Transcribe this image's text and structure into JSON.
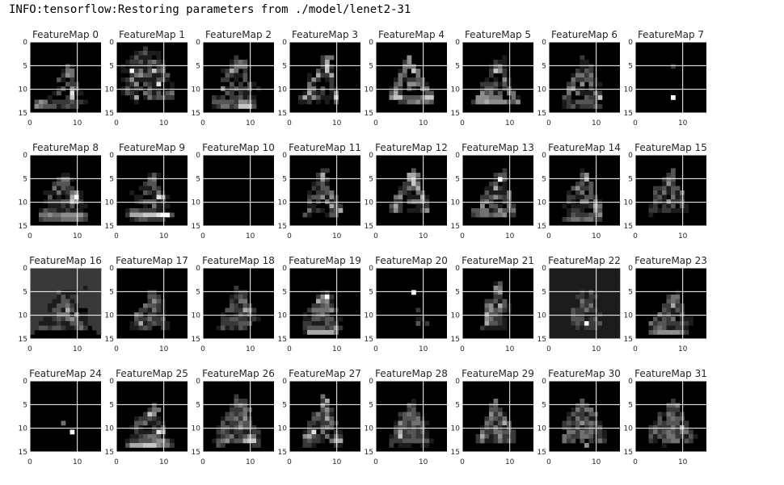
{
  "output": {
    "log_line": "INFO:tensorflow:Restoring parameters from ./model/lenet2-31"
  },
  "chart_data": {
    "type": "heatmap",
    "colormap": "gray",
    "grid": true,
    "grid_color": "#ffffff",
    "layout": {
      "rows": 4,
      "cols": 8
    },
    "xlim": [
      0,
      15
    ],
    "ylim": [
      15,
      0
    ],
    "x_ticks": [
      "0",
      "10"
    ],
    "y_ticks": [
      "0",
      "5",
      "10",
      "15"
    ],
    "titles": [
      "FeatureMap 0",
      "FeatureMap 1",
      "FeatureMap 2",
      "FeatureMap 3",
      "FeatureMap 4",
      "FeatureMap 5",
      "FeatureMap 6",
      "FeatureMap 7",
      "FeatureMap 8",
      "FeatureMap 9",
      "FeatureMap 10",
      "FeatureMap 11",
      "FeatureMap 12",
      "FeatureMap 13",
      "FeatureMap 14",
      "FeatureMap 15",
      "FeatureMap 16",
      "FeatureMap 17",
      "FeatureMap 18",
      "FeatureMap 19",
      "FeatureMap 20",
      "FeatureMap 21",
      "FeatureMap 22",
      "FeatureMap 23",
      "FeatureMap 24",
      "FeatureMap 25",
      "FeatureMap 26",
      "FeatureMap 27",
      "FeatureMap 28",
      "FeatureMap 29",
      "FeatureMap 30",
      "FeatureMap 31"
    ],
    "maps": [
      [
        "0000000000000000",
        "0000000000000000",
        "0000000000000000",
        "0000000000000000",
        "0000000000000000",
        "0000000031000000",
        "0000000144000000",
        "0000000254000000",
        "0000003102000000",
        "0000000032200000",
        "0000001305300000",
        "0000013008110000",
        "0000100027000000",
        "0354122223221000",
        "0543331232200000",
        "0000000000000000"
      ],
      [
        "0000000000000000",
        "0000002000000000",
        "0000123111000000",
        "0001311101000000",
        "0012231342100000",
        "0101111202300000",
        "0119241373400000",
        "0002453311230000",
        "0125111113310000",
        "0012503218001000",
        "0131220311001000",
        "0132104313134000",
        "0001601423322000",
        "0000100000000000",
        "0000000000000000",
        "0000000000000000"
      ],
      [
        "0000000000000000",
        "0000000000000000",
        "0000000000000000",
        "0000000200000000",
        "0000001343000000",
        "0000002444000000",
        "0000126402000000",
        "0000032113000000",
        "0000220103000000",
        "0000003020310000",
        "0000512322301000",
        "0000032021100000",
        "0021202231210000",
        "0033333255420000",
        "0012442377730000",
        "0000000000000000"
      ],
      [
        "0000000000000000",
        "0000000000000000",
        "0000000000000000",
        "0000000244000000",
        "0000000260000000",
        "0000000272000000",
        "0000003171000000",
        "0000106226000000",
        "0000152012000000",
        "0000410002000000",
        "0000440302100000",
        "0001621201500000",
        "0026253111700000",
        "0011201010300000",
        "0000000000000000",
        "0000000000000000"
      ],
      [
        "0000000000000000",
        "0000000000000000",
        "0000000000000000",
        "0000000500000000",
        "0000002500000000",
        "0000004440000000",
        "0000014074000000",
        "0000043004000000",
        "0000141223300000",
        "0000340554310000",
        "0001420310440000",
        "0003620000033000",
        "0005773333477000",
        "0000022445343000",
        "0000000000000000",
        "0000000000000000"
      ],
      [
        "0000000000000000",
        "0000000000000000",
        "0000000000000000",
        "0000000001000000",
        "0000000211000000",
        "0000001341000000",
        "0000002752000000",
        "0000002002000000",
        "0000010105100000",
        "0000222313100000",
        "0000133202300000",
        "0000534130440000",
        "0005554440041000",
        "0025565555335000",
        "0000000000000000",
        "0000000000000000"
      ],
      [
        "0000000000000000",
        "0000000000000000",
        "0000000000000000",
        "0000000200000000",
        "0000000110000000",
        "0000000112000000",
        "0000002132000000",
        "0000014424000000",
        "0000042233100000",
        "0000230504110000",
        "0000451102000000",
        "0000404111420000",
        "0003200032270000",
        "0001213333200000",
        "0001231222320000",
        "0000000000000000"
      ],
      [
        "0000000000000000",
        "0000000000000000",
        "0000000000000000",
        "0000000000000000",
        "0000000000000000",
        "0000000020000000",
        "0000000000000000",
        "0000000000000000",
        "0000000000000000",
        "0000000000000000",
        "0000000000000000",
        "0000000000000000",
        "0000000090000000",
        "0000000000000000",
        "0000000000000000",
        "0000000000000000"
      ],
      [
        "0000000000000000",
        "0000000000000000",
        "0000000000000000",
        "0000000000000000",
        "0000000110000000",
        "0000002441000000",
        "0000023330000000",
        "0000041322000000",
        "0001114124510000",
        "0000301016910000",
        "0001222337520000",
        "0000111213011000",
        "0013221121110000",
        "0044544555553000",
        "0023333444432000",
        "0000000000000000"
      ],
      [
        "0000000000000000",
        "0000000000000000",
        "0000000000000000",
        "0000000000000000",
        "0000000131000000",
        "0000000340000000",
        "0000002330000000",
        "0000011132000000",
        "0001003214100000",
        "0000110018610000",
        "0000123331200000",
        "0000001041110000",
        "0013322221100000",
        "0026667778993000",
        "0001233222200000",
        "0000000000000000"
      ],
      [
        "0000000000000000",
        "0000000000000000",
        "0000000000000000",
        "0000000000000000",
        "0000000000000000",
        "0000000000000000",
        "0000000000000000",
        "0000000000000000",
        "0000000000000000",
        "0000000000000000",
        "0000000000000000",
        "0000000000000000",
        "0000000000000000",
        "0000000000000000",
        "0000000000000000",
        "0000000000000000"
      ],
      [
        "0000000000000000",
        "0000000000000000",
        "0000000000000000",
        "0000000220000000",
        "0000002600000000",
        "0000001520000000",
        "0000012310000000",
        "0000021330000000",
        "0000102234000000",
        "0000233515200000",
        "0000302041200000",
        "0000110006320000",
        "0000412102360000",
        "0003100013300000",
        "0000000000000000",
        "0000000000000000"
      ],
      [
        "0000000000000000",
        "0000000000000000",
        "0000000000000000",
        "0000000030000000",
        "0000000664000000",
        "0000000572000000",
        "0000002274000000",
        "0000012436000000",
        "0000032104300000",
        "0000450111610000",
        "0000220344520000",
        "0003620001120000",
        "0002520111250000",
        "0000000000000000",
        "0000000000000000",
        "0000000000000000"
      ],
      [
        "0000000000000000",
        "0000000000000000",
        "0000000000000000",
        "0000000002000000",
        "0000000233000000",
        "0000000193000000",
        "0000002301000000",
        "0000011621000000",
        "0000031111400000",
        "0000223532400000",
        "0000342002300000",
        "0000503310420000",
        "0033441253340000",
        "0023443445120000",
        "0000000000000000",
        "0000000000000000"
      ],
      [
        "0000000000000000",
        "0000000000000000",
        "0000000000000000",
        "0000000100000000",
        "0000000350000000",
        "0000000260000000",
        "0000002313000000",
        "0000035223000000",
        "0000102403000000",
        "0000221133200000",
        "0000210441410000",
        "0001011112640000",
        "0000122100530000",
        "0000132223350000",
        "0002344344220000",
        "0000000000000000"
      ],
      [
        "0000000000000000",
        "0000000000000000",
        "0000000000000000",
        "0000000030000000",
        "0000000230000000",
        "0000002430000000",
        "0000001520000000",
        "0000223133000000",
        "0000314131400000",
        "0000231041200000",
        "0000321522300000",
        "0001202130310000",
        "0002212211110000",
        "0001000000000000",
        "0000000000000000",
        "0000000000000000"
      ],
      [
        "2222222222222222",
        "2222222222222222",
        "2222222222222222",
        "2222222222222222",
        "2222222222221222",
        "2222223111122222",
        "2222221312222222",
        "2222211331222222",
        "2222113342122222",
        "2222133163100222",
        "2222224441511222",
        "2221123245311222",
        "2211112113331222",
        "2233233211242022",
        "2000000000000002",
        "0000000000000000"
      ],
      [
        "0000000000000000",
        "0000000000000000",
        "0000000000000000",
        "0000000000000000",
        "0000000000000000",
        "0000000220000000",
        "0000000332000000",
        "0000000253100000",
        "0000004332100000",
        "0000022142100000",
        "0000430221100000",
        "0000322422300000",
        "0001261232210000",
        "0001123200210000",
        "0000000000000000",
        "0000000000000000"
      ],
      [
        "0000000000000000",
        "0000000000000000",
        "0000000000000000",
        "0000000000000000",
        "0000000200000000",
        "0000000122000000",
        "0000001232000000",
        "0000002144000000",
        "0000003213200000",
        "0000033226520000",
        "0000100132310000",
        "0000223322121000",
        "0000222233300000",
        "0001312132000000",
        "0000000000000000",
        "0000000000000000"
      ],
      [
        "0000000000000000",
        "0000000000000000",
        "0000000000000000",
        "0000000000000000",
        "0000000000000000",
        "0000000120000000",
        "0000002592000000",
        "0000006451000000",
        "0000022342000000",
        "0000244445200000",
        "0001023420000000",
        "0001133233110000",
        "0002211132200000",
        "0002333323520000",
        "0001666666400000",
        "0000000000000000"
      ],
      [
        "0000000000000000",
        "0000000000000000",
        "0000000000000000",
        "0000000000000000",
        "0000000000000000",
        "0000000090000000",
        "0000000000000000",
        "0000000000000000",
        "0000000000000000",
        "0000000002000000",
        "0000000000000000",
        "0000000001100000",
        "0000000003020000",
        "0000000000000000",
        "0000000000000000",
        "0000000000000000"
      ],
      [
        "0000000000000000",
        "0000000000000000",
        "0000000000000000",
        "0000000130000000",
        "0000000540000000",
        "0000000350000000",
        "0000000220000000",
        "0000022313000000",
        "0000045163100000",
        "0000035342100000",
        "0000063320000000",
        "0000054221000000",
        "0000063321000000",
        "0000211111000000",
        "0000000000000000",
        "0000000000000000"
      ],
      [
        "1111111111111111",
        "1111111111111111",
        "1111111111111111",
        "1111111111111111",
        "1111111111111111",
        "1111111213111111",
        "1111112212211111",
        "1111111422111111",
        "1111111324111111",
        "1111132242211111",
        "1111132211121111",
        "1111133312311111",
        "1111123292231111",
        "1111112122211111",
        "1111111111111111",
        "1111111111111111"
      ],
      [
        "0000000000000000",
        "0000000000000000",
        "0000000000000000",
        "0000000000000000",
        "0000000000000000",
        "0000000001000000",
        "0000000244000000",
        "0000000343000000",
        "0000002262200000",
        "0000003213200000",
        "0000042311300000",
        "0000313240211000",
        "0004233222321000",
        "0001343112210000",
        "0003455555420000",
        "0000000000000000"
      ],
      [
        "0000000000000000",
        "0000000000000000",
        "0000000000000000",
        "0000000000000000",
        "0000000000000000",
        "0000000000000000",
        "0000000000000000",
        "0000000000000000",
        "0000000000000000",
        "0000000400000000",
        "0000000000000000",
        "0000000009000000",
        "0000000000000000",
        "0000000000000000",
        "0000000000000000",
        "0000000000000000"
      ],
      [
        "0000000000000000",
        "0000000000000000",
        "0000000000000000",
        "0000000000000000",
        "0000000000000000",
        "0000000030000000",
        "0000000244000000",
        "0000002750000000",
        "0000122321000000",
        "0000334112100000",
        "0001310021300000",
        "0000211128600000",
        "0001123443100000",
        "0012233345531000",
        "0036667775442000",
        "0000000000000000"
      ],
      [
        "0000000000000000",
        "0000000000000000",
        "0000000000000000",
        "0000000200000000",
        "0000000322000000",
        "0000001343000000",
        "0000002224300000",
        "0000023234100000",
        "0000133425200000",
        "0000312243300000",
        "0001332353320000",
        "0002321221122000",
        "0001234123541000",
        "0013452336772000",
        "0003200000022000",
        "0000000000000000"
      ],
      [
        "0000000000000000",
        "0000000000000000",
        "0000000000000000",
        "0000000400000000",
        "0000000260000000",
        "0000000520000000",
        "0000000352000000",
        "0000024241000000",
        "0000033263000000",
        "0000221224200000",
        "0000211343000000",
        "0001380410210000",
        "0005632141420000",
        "0002322104660000",
        "0002210000210000",
        "0000000000000000"
      ],
      [
        "0000000000000000",
        "0000000000000000",
        "0000000000000000",
        "0000000000000000",
        "0000000010000000",
        "0000000320000000",
        "0000000230000000",
        "0000023432000000",
        "0000013334100000",
        "0000153244310000",
        "0000233232300000",
        "0000362332310000",
        "0001272232210000",
        "0002223333331000",
        "0002011100110000",
        "0000000000000000"
      ],
      [
        "0000000000000000",
        "0000000000000000",
        "0000000000000000",
        "0000000000000000",
        "0000000400000000",
        "0000002300000000",
        "0000003320000000",
        "0000005241000000",
        "0000024324000000",
        "0000043136300000",
        "0000132421300000",
        "0000422443320000",
        "0002631252220000",
        "0002411242320000",
        "0000000000000000",
        "0000000000000000"
      ],
      [
        "0000000000000000",
        "0000000000000000",
        "0000000000000000",
        "0000000000000000",
        "0000000300000000",
        "0000002320000000",
        "0000014244000000",
        "0000132213300000",
        "0000214231100000",
        "0002323534310000",
        "0002213123230000",
        "0000442434221000",
        "0004322443121000",
        "0004230302142000",
        "0000000050000000",
        "0000000000000000"
      ],
      [
        "0000000000000000",
        "0000000000000000",
        "0000000000000000",
        "0000000000000000",
        "0000000020000000",
        "0000000334000000",
        "0000000222000000",
        "0000021431200000",
        "0000030343300000",
        "0000132333120000",
        "0002322242620000",
        "0002423432442000",
        "0003132442213100",
        "0002103344032000",
        "0000001000000000",
        "0000000000000000"
      ]
    ]
  }
}
